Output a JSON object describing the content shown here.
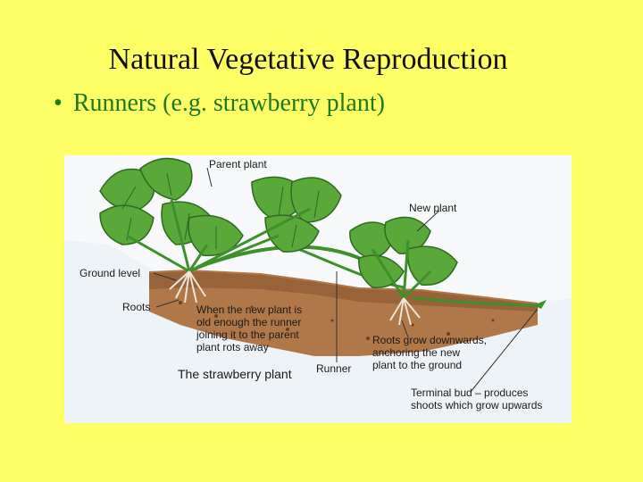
{
  "slide": {
    "title": "Natural Vegetative Reproduction",
    "bullet": "Runners (e.g. strawberry plant)"
  },
  "colors": {
    "background": "#ffff66",
    "title": "#111111",
    "bullet": "#1a7a1a"
  },
  "diagram": {
    "labels": {
      "parent_plant": "Parent plant",
      "new_plant": "New plant",
      "ground_level": "Ground level",
      "roots": "Roots",
      "runner_rots": "When the new plant is\nold enough the runner\njoining it to the parent\nplant rots away",
      "runner": "Runner",
      "roots_grow": "Roots grow downwards,\nanchoring the new\nplant to the ground",
      "terminal_bud": "Terminal bud – produces\nshoots which grow upwards",
      "caption": "The strawberry plant"
    }
  }
}
